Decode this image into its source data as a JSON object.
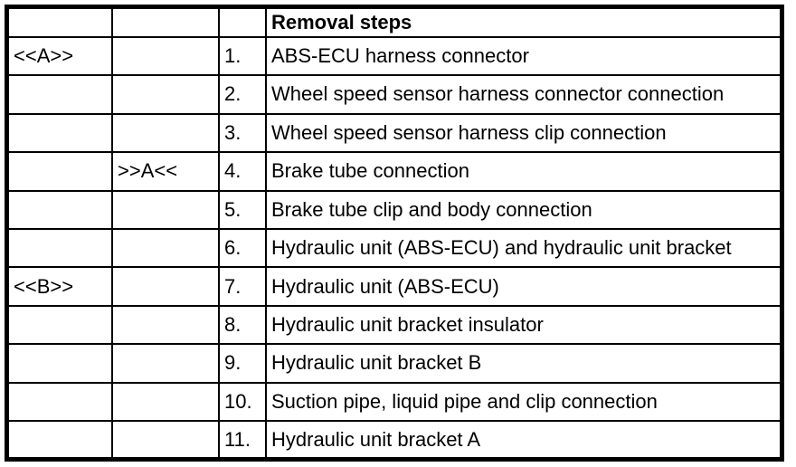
{
  "page": {
    "background_color": "#ffffff",
    "border_color": "#000000",
    "text_color": "#000000"
  },
  "table": {
    "header": {
      "symbol": "",
      "method": "",
      "number": "",
      "title": "Removal steps"
    },
    "rows": [
      {
        "symbol": "<<A>>",
        "method": "",
        "number": "1.",
        "step": "ABS-ECU harness connector"
      },
      {
        "symbol": "",
        "method": "",
        "number": "2.",
        "step": "Wheel speed sensor harness connector connection"
      },
      {
        "symbol": "",
        "method": "",
        "number": "3.",
        "step": "Wheel speed sensor harness clip connection"
      },
      {
        "symbol": "",
        "method": ">>A<<",
        "number": "4.",
        "step": "Brake tube connection"
      },
      {
        "symbol": "",
        "method": "",
        "number": "5.",
        "step": "Brake tube clip and body connection"
      },
      {
        "symbol": "",
        "method": "",
        "number": "6.",
        "step": "Hydraulic unit (ABS-ECU) and hydraulic unit bracket"
      },
      {
        "symbol": "<<B>>",
        "method": "",
        "number": "7.",
        "step": "Hydraulic unit (ABS-ECU)"
      },
      {
        "symbol": "",
        "method": "",
        "number": "8.",
        "step": "Hydraulic unit bracket insulator"
      },
      {
        "symbol": "",
        "method": "",
        "number": "9.",
        "step": "Hydraulic unit bracket B"
      },
      {
        "symbol": "",
        "method": "",
        "number": "10.",
        "step": "Suction pipe, liquid pipe and clip connection"
      },
      {
        "symbol": "",
        "method": "",
        "number": "11.",
        "step": "Hydraulic unit bracket A"
      }
    ]
  }
}
